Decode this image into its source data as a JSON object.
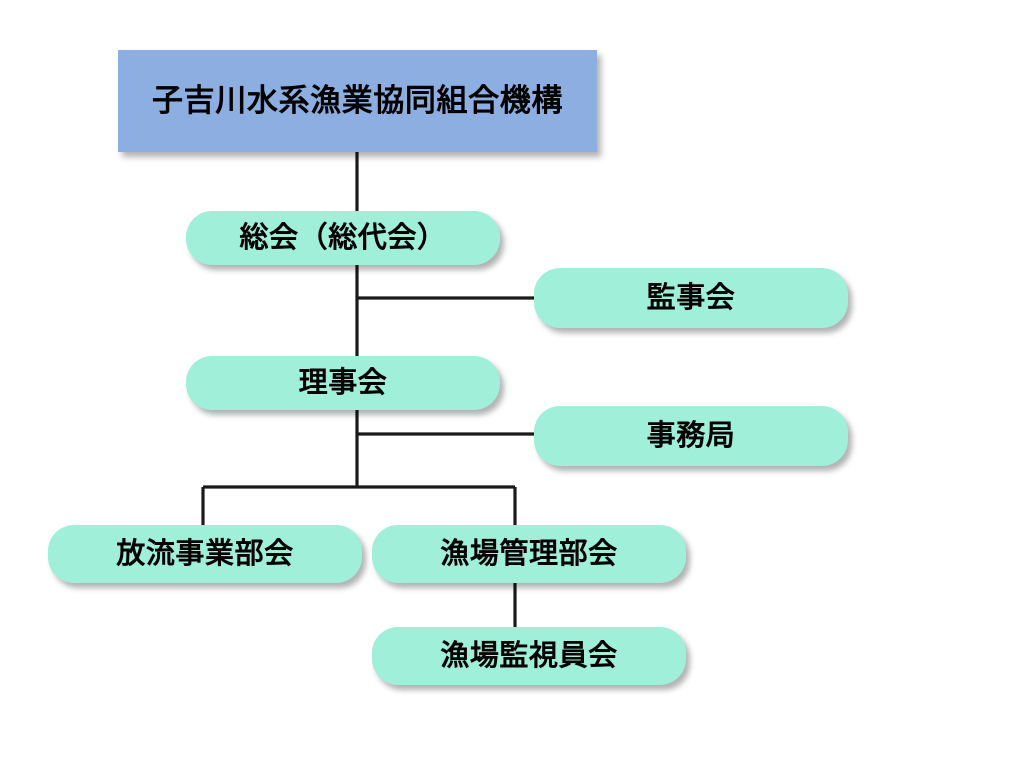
{
  "diagram": {
    "title": "子吉川水系漁業協同組合機構",
    "type": "organizational-chart",
    "colors": {
      "root_fill": "#8CAEE0",
      "node_fill": "#9FEFD9",
      "connector": "#1A1A1A",
      "text": "#000000",
      "background": "#FFFFFF"
    },
    "nodes": {
      "root": "子吉川水系漁業協同組合機構",
      "general_assembly": "総会（総代会）",
      "board_of_auditors": "監事会",
      "board_of_directors": "理事会",
      "secretariat": "事務局",
      "release_division": "放流事業部会",
      "fishery_management_division": "漁場管理部会",
      "fishery_inspectors": "漁場監視員会"
    }
  }
}
